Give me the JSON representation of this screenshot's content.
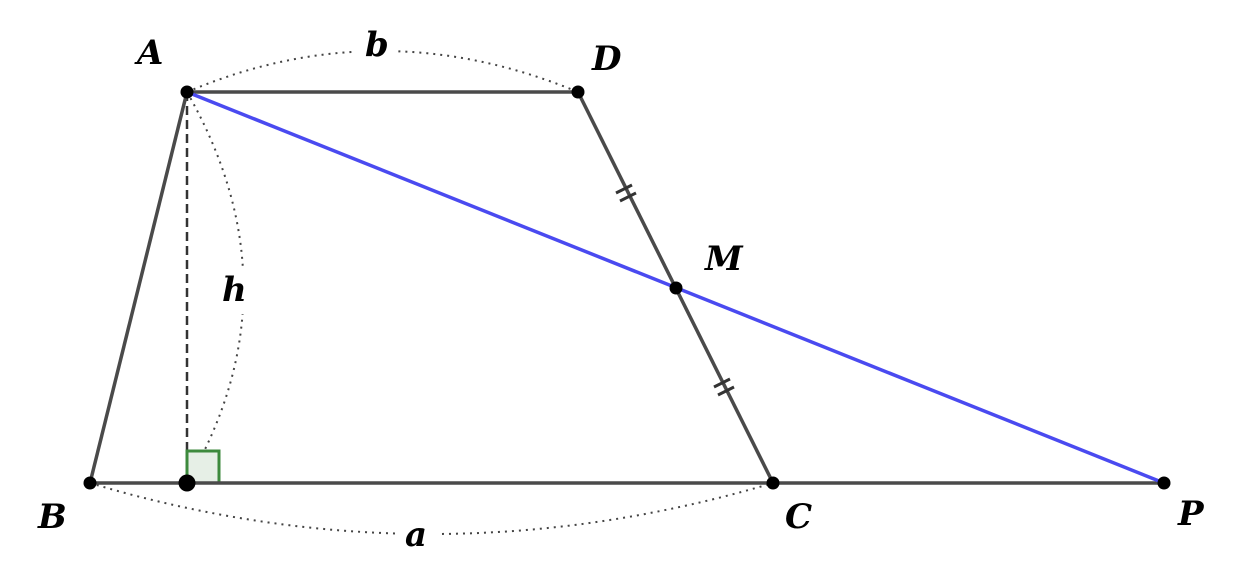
{
  "points": {
    "A": "A",
    "B": "B",
    "C": "C",
    "D": "D",
    "M": "M",
    "P": "P"
  },
  "measures": {
    "top_base": "b",
    "bottom_base": "a",
    "height": "h"
  },
  "colors": {
    "edges": "#4a4a4a",
    "segment_AP": "#4a4af0",
    "right_angle": "#3d8a3d",
    "right_angle_fill": "#e6efe6",
    "points": "#000000"
  }
}
